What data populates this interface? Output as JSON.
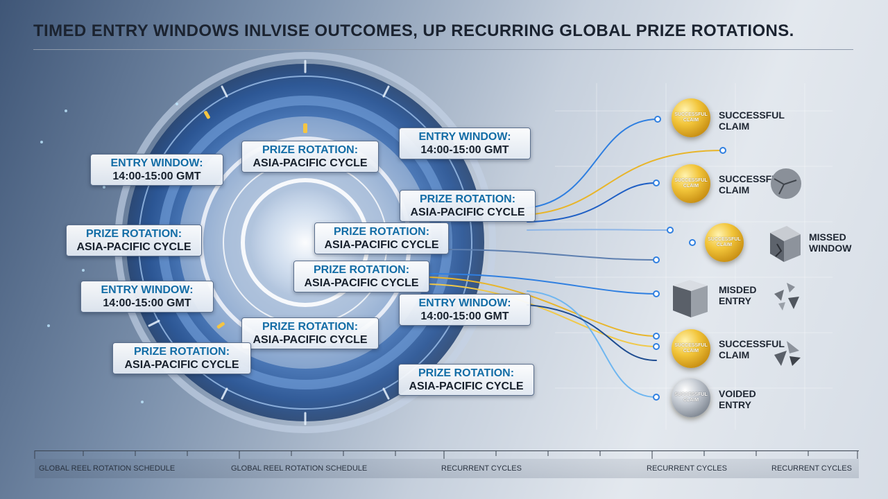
{
  "title": "TIMED ENTRY WINDOWS INLVISE OUTCOMES, UP RECURRING GLOBAL PRIZE ROTATIONS.",
  "labels": [
    {
      "line1": "ENTRY WINDOW:",
      "line2": "14:00-15:00 GMT"
    },
    {
      "line1": "PRIZE ROTATION:",
      "line2": "ASIA-PACIFIC CYCLE"
    },
    {
      "line1": "ENTRY WINDOW:",
      "line2": "14:00-15:00 GMT"
    },
    {
      "line1": "PRIZE ROTATION:",
      "line2": "ASIA-PACIFIC CYCLE"
    },
    {
      "line1": "PRIZE ROTATION:",
      "line2": "ASIA-PACIFIC CYCLE"
    },
    {
      "line1": "PRIZE ROTATION:",
      "line2": "ASIA-PACIFIC CYCLE"
    },
    {
      "line1": "PRIZE ROTATION:",
      "line2": "ASIA-PACIFIC CYCLE"
    },
    {
      "line1": "ENTRY WINDOW:",
      "line2": "14:00-15:00 GMT"
    },
    {
      "line1": "ENTRY WINDOW:",
      "line2": "14:00-15:00 GMT"
    },
    {
      "line1": "PRIZE ROTATION:",
      "line2": "ASIA-PACIFIC CYCLE"
    },
    {
      "line1": "PRIZE ROTATION:",
      "line2": "ASIA-PACIFIC CYCLE"
    },
    {
      "line1": "PRIZE ROTATION:",
      "line2": "ASIA-PACIFIC CYCLE"
    }
  ],
  "outcomes": [
    {
      "coin_text": "SUCCESSFUL CLAIM",
      "label": "SUCCESSFUL CLAIM"
    },
    {
      "coin_text": "SUCCESSFUL CLAIM",
      "label": "SUCCESSFUL CLAIM"
    },
    {
      "coin_text": "SUCCESSFUL CLAIM",
      "label": "MISSED WINDOW"
    },
    {
      "coin_text": "",
      "label": "MISDED ENTRY"
    },
    {
      "coin_text": "SUCCESSFUL CLAIM",
      "label": "SUCCESSFUL CLAIM"
    },
    {
      "coin_text": "SUCCESSFUL CLAIM",
      "label": "VOIDED ENTRY"
    }
  ],
  "timeline": {
    "labels": [
      "GLOBAL REEL ROTATION SCHEDULE",
      "GLOBAL REEL ROTATION SCHEDULE",
      "RECURRENT CYCLES",
      "RECURRENT CYCLES",
      "RECURRENT CYCLES"
    ]
  },
  "colors": {
    "accent_blue": "#2f7fe0",
    "glow_cyan": "#8fe3ff",
    "gold": "#e8b52a",
    "dial_dark": "#1f4d91",
    "title": "#1b2330"
  }
}
